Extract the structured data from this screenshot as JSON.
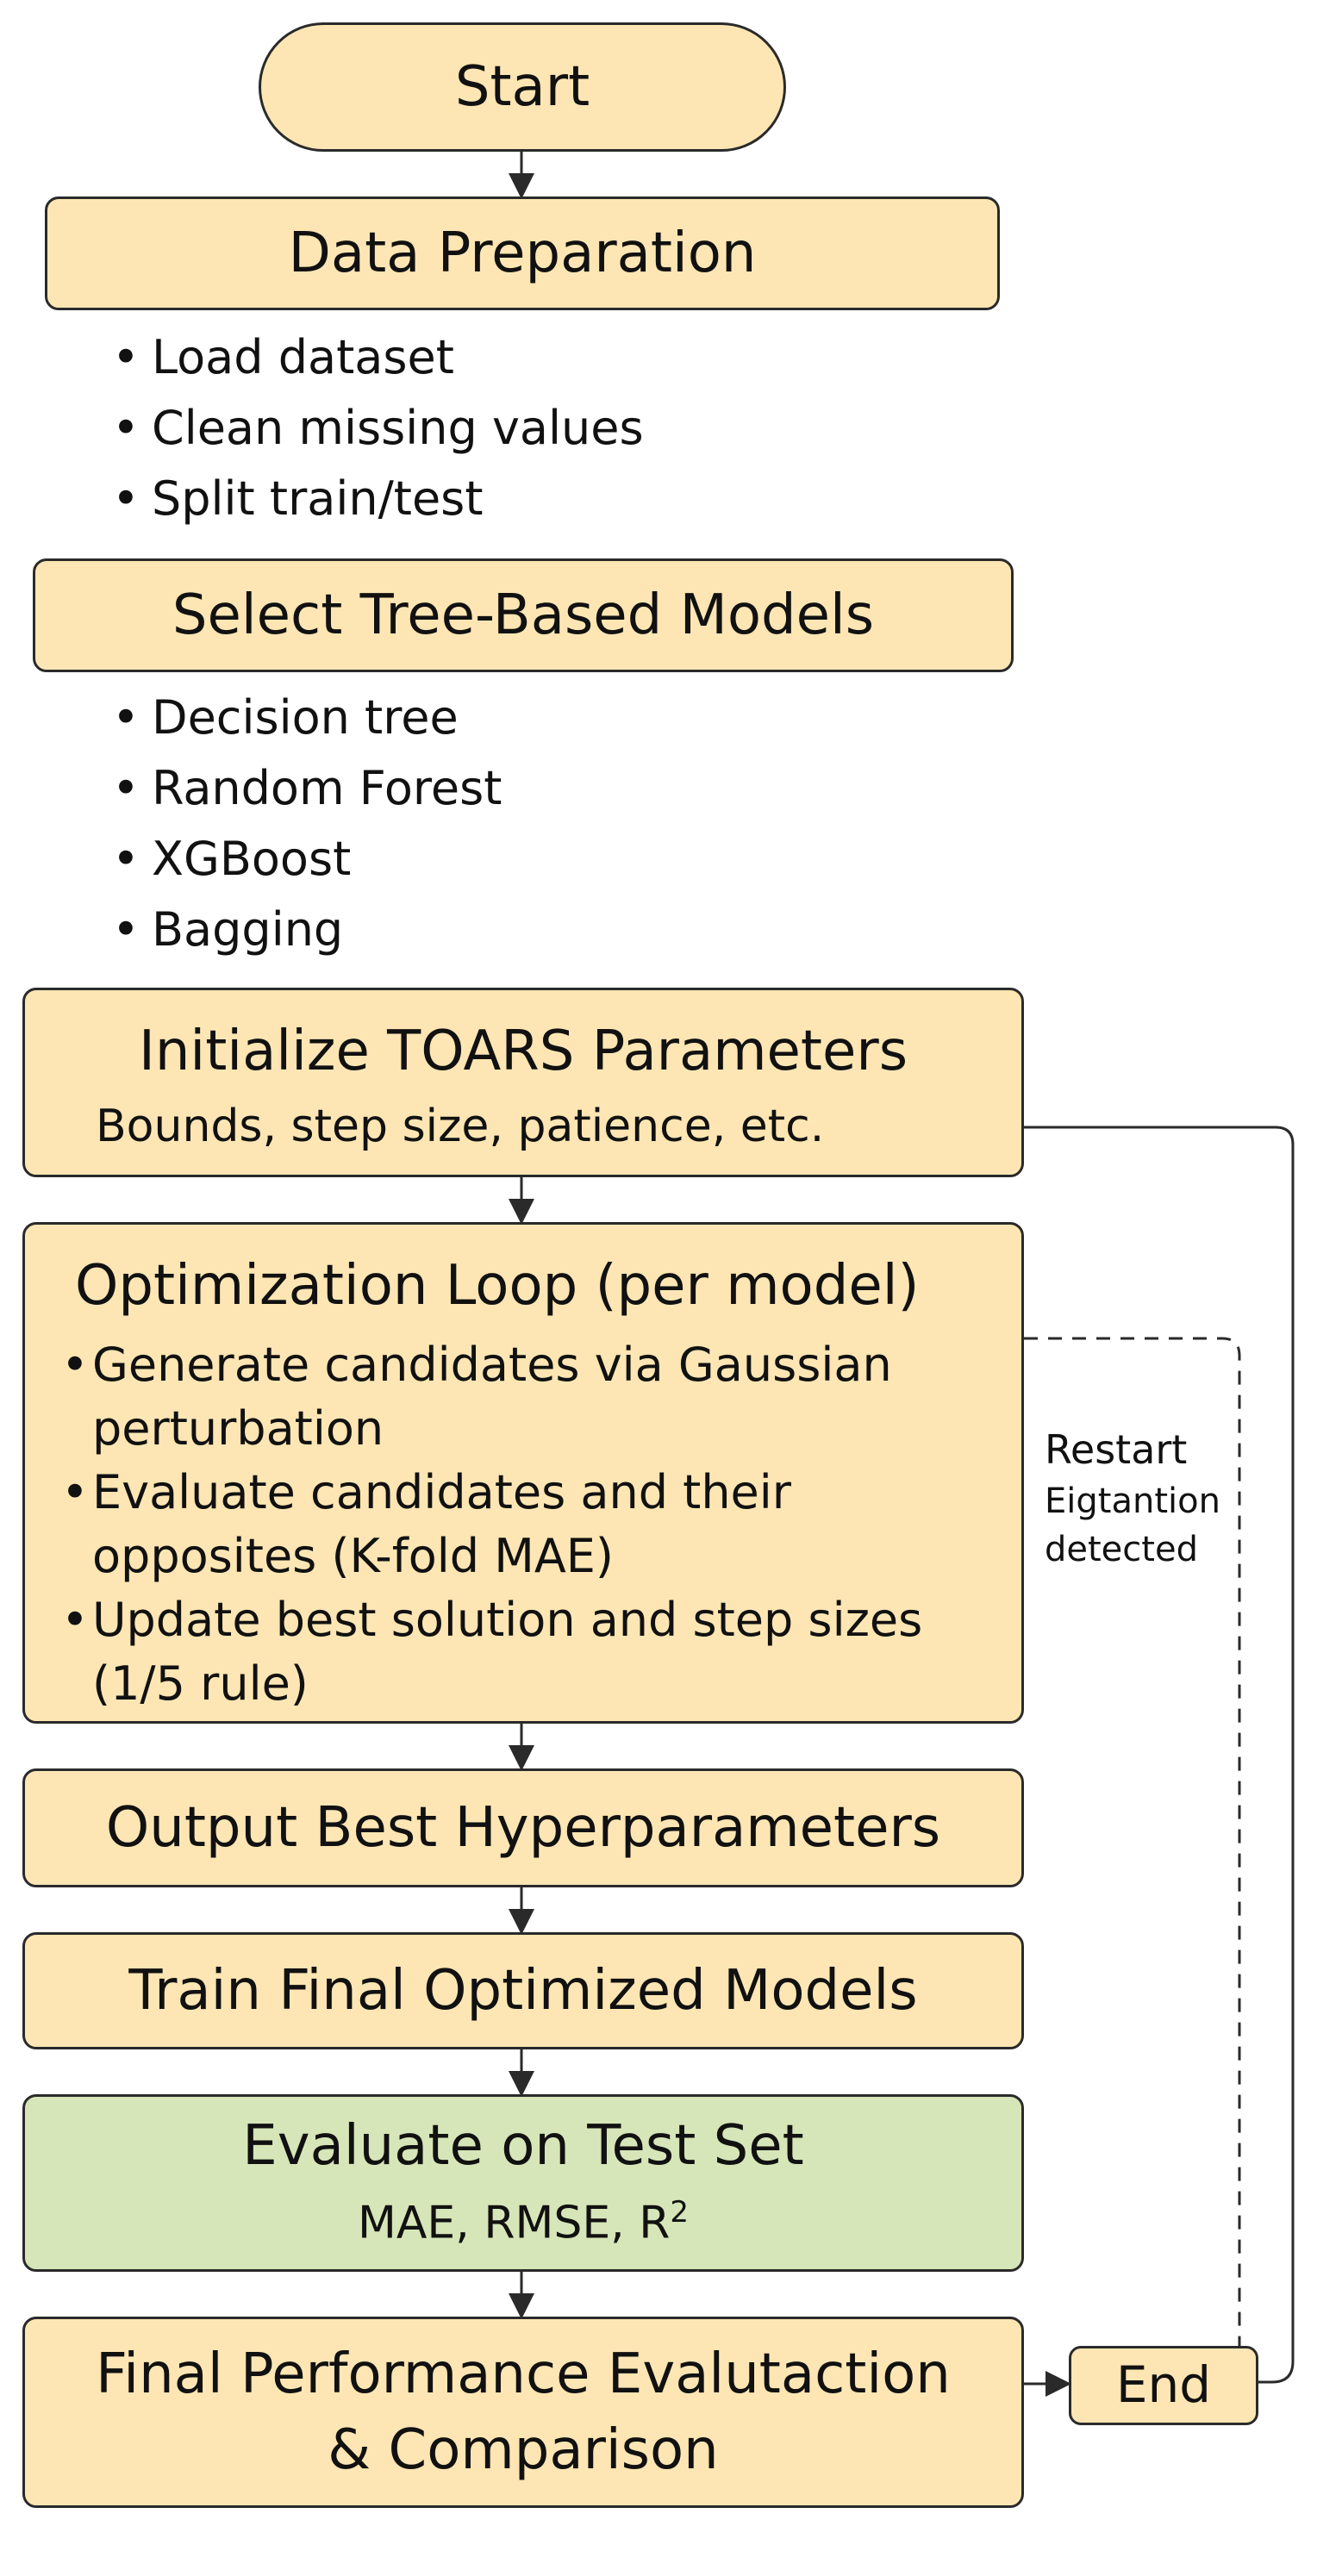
{
  "diagram": {
    "nodes": {
      "start": {
        "title": "Start"
      },
      "data_prep": {
        "title": "Data Preparation",
        "bullets": [
          "Load dataset",
          "Clean missing values",
          "Split train/test"
        ]
      },
      "select_models": {
        "title": "Select Tree-Based Models",
        "bullets": [
          "Decision tree",
          "Random Forest",
          "XGBoost",
          "Bagging"
        ]
      },
      "init_params": {
        "title": "Initialize TOARS Parameters",
        "subtitle": "Bounds, step size, patience, etc."
      },
      "opt_loop": {
        "title": "Optimization Loop (per model)",
        "bullets": [
          [
            "Generate candidates via Gaussian",
            "perturbation"
          ],
          [
            "Evaluate candidates and their",
            "opposites (K-fold MAE)"
          ],
          [
            "Update best solution and step sizes",
            "(1/5 rule)"
          ]
        ]
      },
      "output_best": {
        "title": "Output Best Hyperparameters"
      },
      "train_final": {
        "title": "Train Final Optimized Models"
      },
      "evaluate": {
        "title": "Evaluate on Test Set",
        "subtitle": "MAE, RMSE, R",
        "subtitle_sup": "2"
      },
      "final_perf": {
        "title_line1": "Final Performance Evalutaction",
        "title_line2": "& Comparison"
      },
      "end": {
        "title": "End"
      }
    },
    "restart_label": {
      "line1": "Restart",
      "line2": "Eigtantion",
      "line3": "detected"
    },
    "colors": {
      "box_fill": "#FDE6B4",
      "green_fill": "#D6E6B8",
      "stroke": "#2a2a2a"
    }
  }
}
